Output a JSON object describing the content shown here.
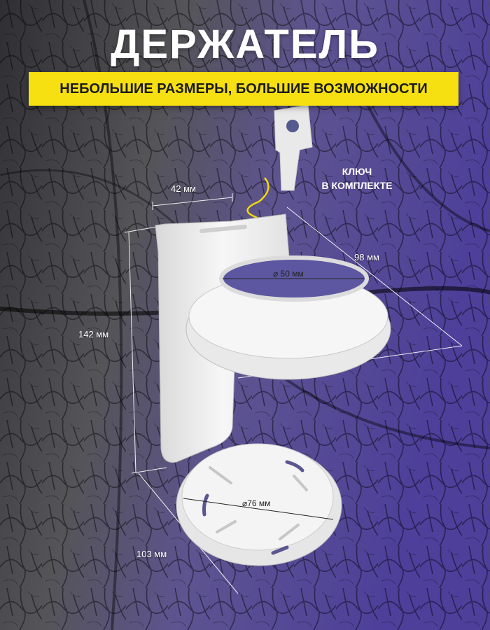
{
  "title": "ДЕРЖАТЕЛЬ",
  "subtitle": "НЕБОЛЬШИЕ РАЗМЕРЫ, БОЛЬШИЕ ВОЗМОЖНОСТИ",
  "key_note": {
    "line1": "КЛЮЧ",
    "line2": "В КОМПЛЕКТЕ"
  },
  "dimensions": {
    "width_top": "42 мм",
    "depth": "98 мм",
    "ring_diameter": "⌀ 50 мм",
    "height": "142 мм",
    "base_diameter": "⌀76 мм",
    "base_depth": "103 мм"
  },
  "colors": {
    "banner": "#f7e012",
    "left_bg": "#3b3b40",
    "right_bg": "#5a4f9a",
    "product": "#f2f2f2",
    "arrow": "#f5d90a"
  }
}
